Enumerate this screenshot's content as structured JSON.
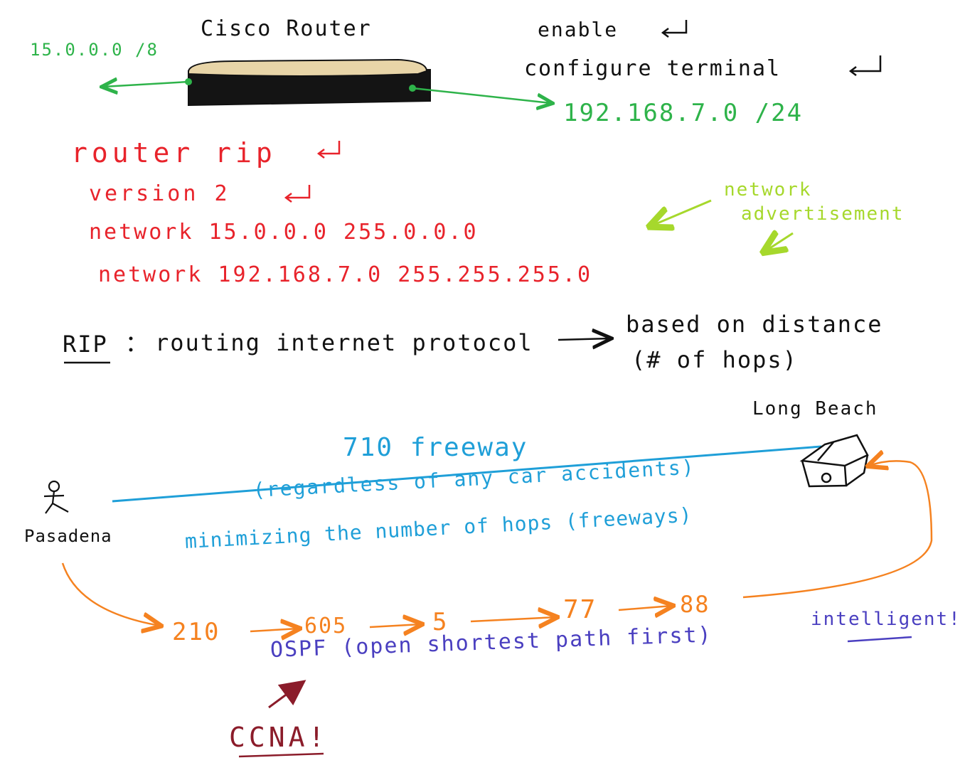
{
  "palette": {
    "black": "#111111",
    "green": "#2eb34a",
    "red": "#e8232b",
    "lime": "#a6d82c",
    "blue": "#1f9fd8",
    "orange": "#f58220",
    "purple": "#4a3fc0",
    "maroon": "#8b1c2a",
    "router_top": "#e8d5a8",
    "router_body": "#141414"
  },
  "router": {
    "title": "Cisco Router",
    "left_network": "15.0.0.0 /8",
    "right_network": "192.168.7.0 /24"
  },
  "cli_top": {
    "line1": "enable",
    "line2": "configure terminal"
  },
  "rip_config": {
    "cmd1": "router rip",
    "cmd2": "version 2",
    "cmd3": "network 15.0.0.0 255.0.0.0",
    "cmd4": "network 192.168.7.0 255.255.255.0"
  },
  "annotation": {
    "line1": "network",
    "line2": "advertisement"
  },
  "rip_def": {
    "term": "RIP",
    "colon": ":",
    "meaning": "routing internet protocol",
    "result_line1": "based on distance",
    "result_line2": "(# of hops)"
  },
  "map": {
    "origin": "Pasadena",
    "destination": "Long Beach",
    "freeway": "710 freeway",
    "note1": "(regardless of any car accidents)",
    "note2": "minimizing the number of hops (freeways)",
    "route_hops": [
      "210",
      "605",
      "5",
      "77",
      "88"
    ]
  },
  "ospf": {
    "text": "OSPF (open shortest path first)",
    "remark": "intelligent!"
  },
  "cert": {
    "label": "CCNA!"
  }
}
